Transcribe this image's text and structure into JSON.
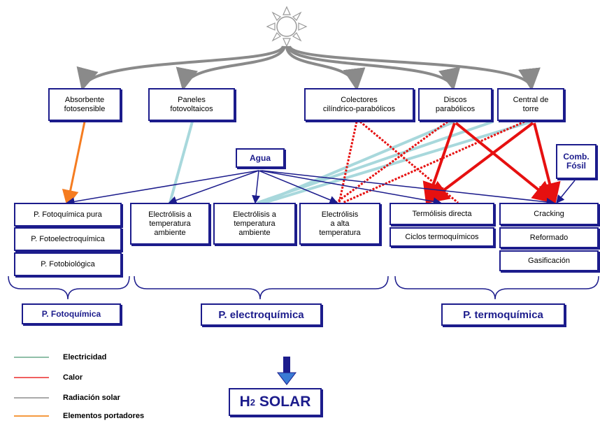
{
  "sources": {
    "absorbente": "Absorbente\nfotosensible",
    "paneles": "Paneles\nfotovoltaicos",
    "colectores": "Colectores\ncilíndrico-parabólicos",
    "discos": "Discos\nparabólicos",
    "central": "Central de\ntorre"
  },
  "inputs": {
    "agua": "Agua",
    "comb_fosil": "Comb.\nFósil"
  },
  "processes": {
    "fotoquimica_pura": "P. Fotoquímica pura",
    "fotoelectroquimica": "P. Fotoelectroquímica",
    "fotobiologica": "P. Fotobiológica",
    "electrolisis_amb_1": "Electrólisis a\ntemperatura\nambiente",
    "electrolisis_amb_2": "Electrólisis a\ntemperatura\nambiente",
    "electrolisis_alta": "Electrólisis\na alta\ntemperatura",
    "termolisis": "Termólisis directa",
    "ciclos": "Ciclos termoquímicos",
    "cracking": "Cracking",
    "reformado": "Reformado",
    "gasificacion": "Gasificación"
  },
  "categories": {
    "fotoquimica": "P. Fotoquímica",
    "electroquimica": "P. electroquímica",
    "termoquimica": "P. termoquímica"
  },
  "legend": [
    {
      "label": "Electricidad",
      "color": "#8fbfa8"
    },
    {
      "label": "Calor",
      "color": "#f06060"
    },
    {
      "label": "Radiación solar",
      "color": "#aaaaaa"
    },
    {
      "label": "Elementos portadores",
      "color": "#f59a40"
    }
  ],
  "product": {
    "h": "H",
    "sub": "2",
    "rest": " SOLAR"
  },
  "colors": {
    "box_border": "#1c1c8c",
    "radiation": "#8a8a8a",
    "electricity": "#a8d8dc",
    "heat": "#e61010",
    "carrier": "#f57c20",
    "water": "#1c1c8c",
    "arrow_blue": "#3a7bd5"
  }
}
